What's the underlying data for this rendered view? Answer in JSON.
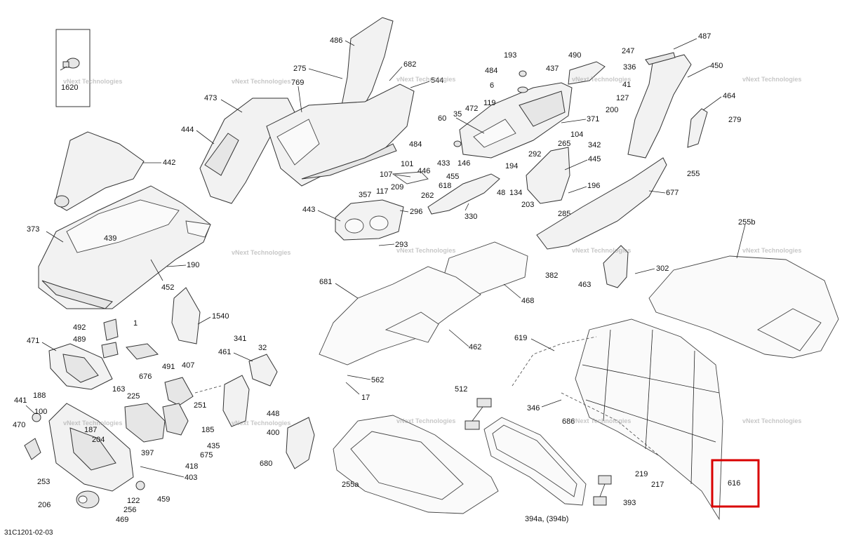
{
  "diagram_code": "31C1201-02-03",
  "watermark": "vNext Technologies",
  "highlight_color": "#d90000",
  "callouts": {
    "c1620": "1620",
    "c486": "486",
    "c275": "275",
    "c682": "682",
    "c544": "544",
    "c769": "769",
    "c473": "473",
    "c444": "444",
    "c442": "442",
    "c193": "193",
    "c484a": "484",
    "c6": "6",
    "c490": "490",
    "c437": "437",
    "c60": "60",
    "c35": "35",
    "c472": "472",
    "c119": "119",
    "c371": "371",
    "c484b": "484",
    "c433": "433",
    "c146": "146",
    "c104": "104",
    "c265": "265",
    "c342": "342",
    "c292": "292",
    "c445": "445",
    "c487": "487",
    "c247": "247",
    "c336": "336",
    "c450": "450",
    "c41": "41",
    "c127": "127",
    "c200": "200",
    "c464": "464",
    "c279": "279",
    "c255": "255",
    "c107": "107",
    "c101": "101",
    "c446": "446",
    "c194": "194",
    "c455": "455",
    "c209": "209",
    "c618": "618",
    "c117": "117",
    "c357": "357",
    "c262": "262",
    "c48": "48",
    "c134": "134",
    "c203": "203",
    "c196": "196",
    "c677": "677",
    "c443": "443",
    "c296": "296",
    "c330": "330",
    "c285": "285",
    "c293": "293",
    "c373": "373",
    "c439": "439",
    "c190": "190",
    "c452": "452",
    "c255b": "255b",
    "c382": "382",
    "c463": "463",
    "c302": "302",
    "c681": "681",
    "c468": "468",
    "c462": "462",
    "c562": "562",
    "c17": "17",
    "c1540": "1540",
    "c492": "492",
    "c1": "1",
    "c489": "489",
    "c471": "471",
    "c491": "491",
    "c407": "407",
    "c676": "676",
    "c163": "163",
    "c225": "225",
    "c341": "341",
    "c32": "32",
    "c461": "461",
    "c619": "619",
    "c441": "441",
    "c188": "188",
    "c100": "100",
    "c470": "470",
    "c187": "187",
    "c204": "204",
    "c185": "185",
    "c251": "251",
    "c448": "448",
    "c400": "400",
    "c435": "435",
    "c675": "675",
    "c397": "397",
    "c418": "418",
    "c403": "403",
    "c253": "253",
    "c122": "122",
    "c459": "459",
    "c206": "206",
    "c256": "256",
    "c469": "469",
    "c680": "680",
    "c512": "512",
    "c255a": "255a",
    "c346": "346",
    "c686": "686",
    "c219": "219",
    "c217": "217",
    "c616": "616",
    "c393": "393",
    "c394": "394a, (394b)"
  }
}
